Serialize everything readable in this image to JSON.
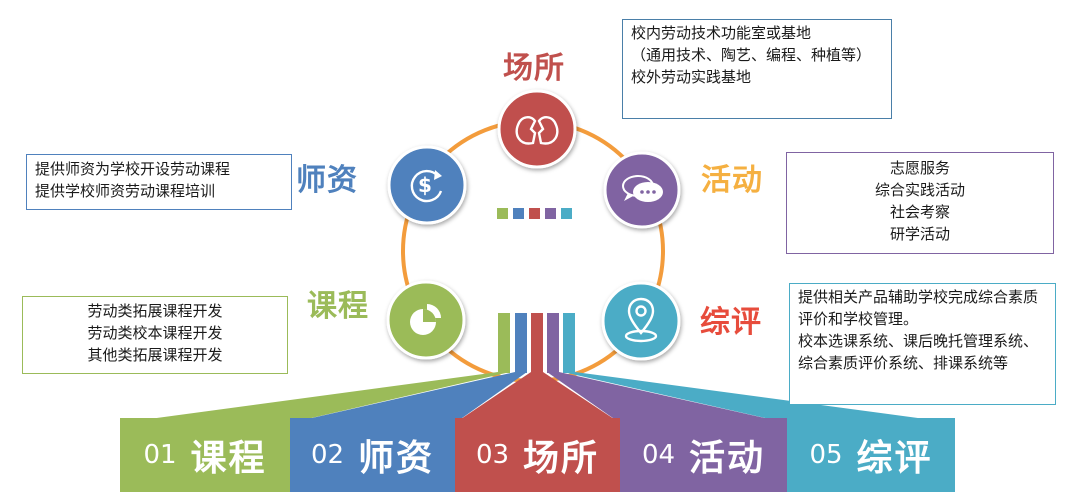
{
  "nodes": [
    {
      "id": "venue",
      "label": "场所",
      "color": "#c0504d",
      "icon": "two-heads-icon",
      "box": [
        "校内劳动技术功能室或基地",
        "（通用技术、陶艺、编程、种植等）",
        "校外劳动实践基地"
      ]
    },
    {
      "id": "activity",
      "label": "活动",
      "color": "#8064a2",
      "label_color": "#f5b041",
      "icon": "chat-bubble-icon",
      "box": [
        "志愿服务",
        "综合实践活动",
        "社会考察",
        "研学活动"
      ]
    },
    {
      "id": "evaluation",
      "label": "综评",
      "color": "#4bacc6",
      "label_color": "#e74c3c",
      "icon": "location-pin-icon",
      "box": [
        "提供相关产品辅助学校完成综合素质评价和学校管理。",
        "校本选课系统、课后晚托管理系统、综合素质评价系统、排课系统等"
      ]
    },
    {
      "id": "course",
      "label": "课程",
      "color": "#9bbb59",
      "icon": "pie-chart-icon",
      "box": [
        "劳动类拓展课程开发",
        "劳动类校本课程开发",
        "其他类拓展课程开发"
      ]
    },
    {
      "id": "teacher",
      "label": "师资",
      "color": "#4f81bd",
      "icon": "dollar-cycle-icon",
      "box": [
        "提供师资为学校开设劳动课程",
        "提供学校师资劳动课程培训"
      ]
    }
  ],
  "tabs": [
    {
      "num": "01",
      "label": "课程",
      "color": "#9bbb59"
    },
    {
      "num": "02",
      "label": "师资",
      "color": "#4f81bd"
    },
    {
      "num": "03",
      "label": "场所",
      "color": "#c0504d"
    },
    {
      "num": "04",
      "label": "活动",
      "color": "#8064a2"
    },
    {
      "num": "05",
      "label": "综评",
      "color": "#4bacc6"
    }
  ],
  "ring_color": "#f39c3c"
}
